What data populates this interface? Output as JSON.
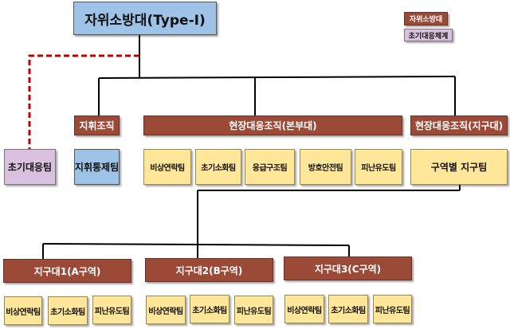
{
  "title": "자위소방대(Type-I)",
  "legend": {
    "main": "자위소방대",
    "initial": "초기대응체계"
  },
  "initial_team": "초기대응팀",
  "command": {
    "label": "지휘조직",
    "team": "지휘통제팀"
  },
  "hq": {
    "label": "현장대응조직(본부대)",
    "teams": [
      "비상연락팀",
      "초기소화팀",
      "응급구조팀",
      "방호안전팀",
      "피난유도팀"
    ]
  },
  "district": {
    "label": "현장대응조직(지구대)",
    "team": "구역별 지구팀"
  },
  "sub_districts": [
    {
      "label": "지구대1(A구역)",
      "teams": [
        "비상연락팀",
        "초기소화팀",
        "피난유도팀"
      ]
    },
    {
      "label": "지구대2(B구역)",
      "teams": [
        "비상연락팀",
        "초기소화팀",
        "피난유도팀"
      ]
    },
    {
      "label": "지구대3(C구역)",
      "teams": [
        "비상연락팀",
        "초기소화팀",
        "피난유도팀"
      ]
    }
  ],
  "colors": {
    "brown": "#9c4a38",
    "yellow": "#ffe699",
    "blue": "#9dc3e6",
    "purple": "#d9c1df",
    "dashed": "#c00000"
  }
}
